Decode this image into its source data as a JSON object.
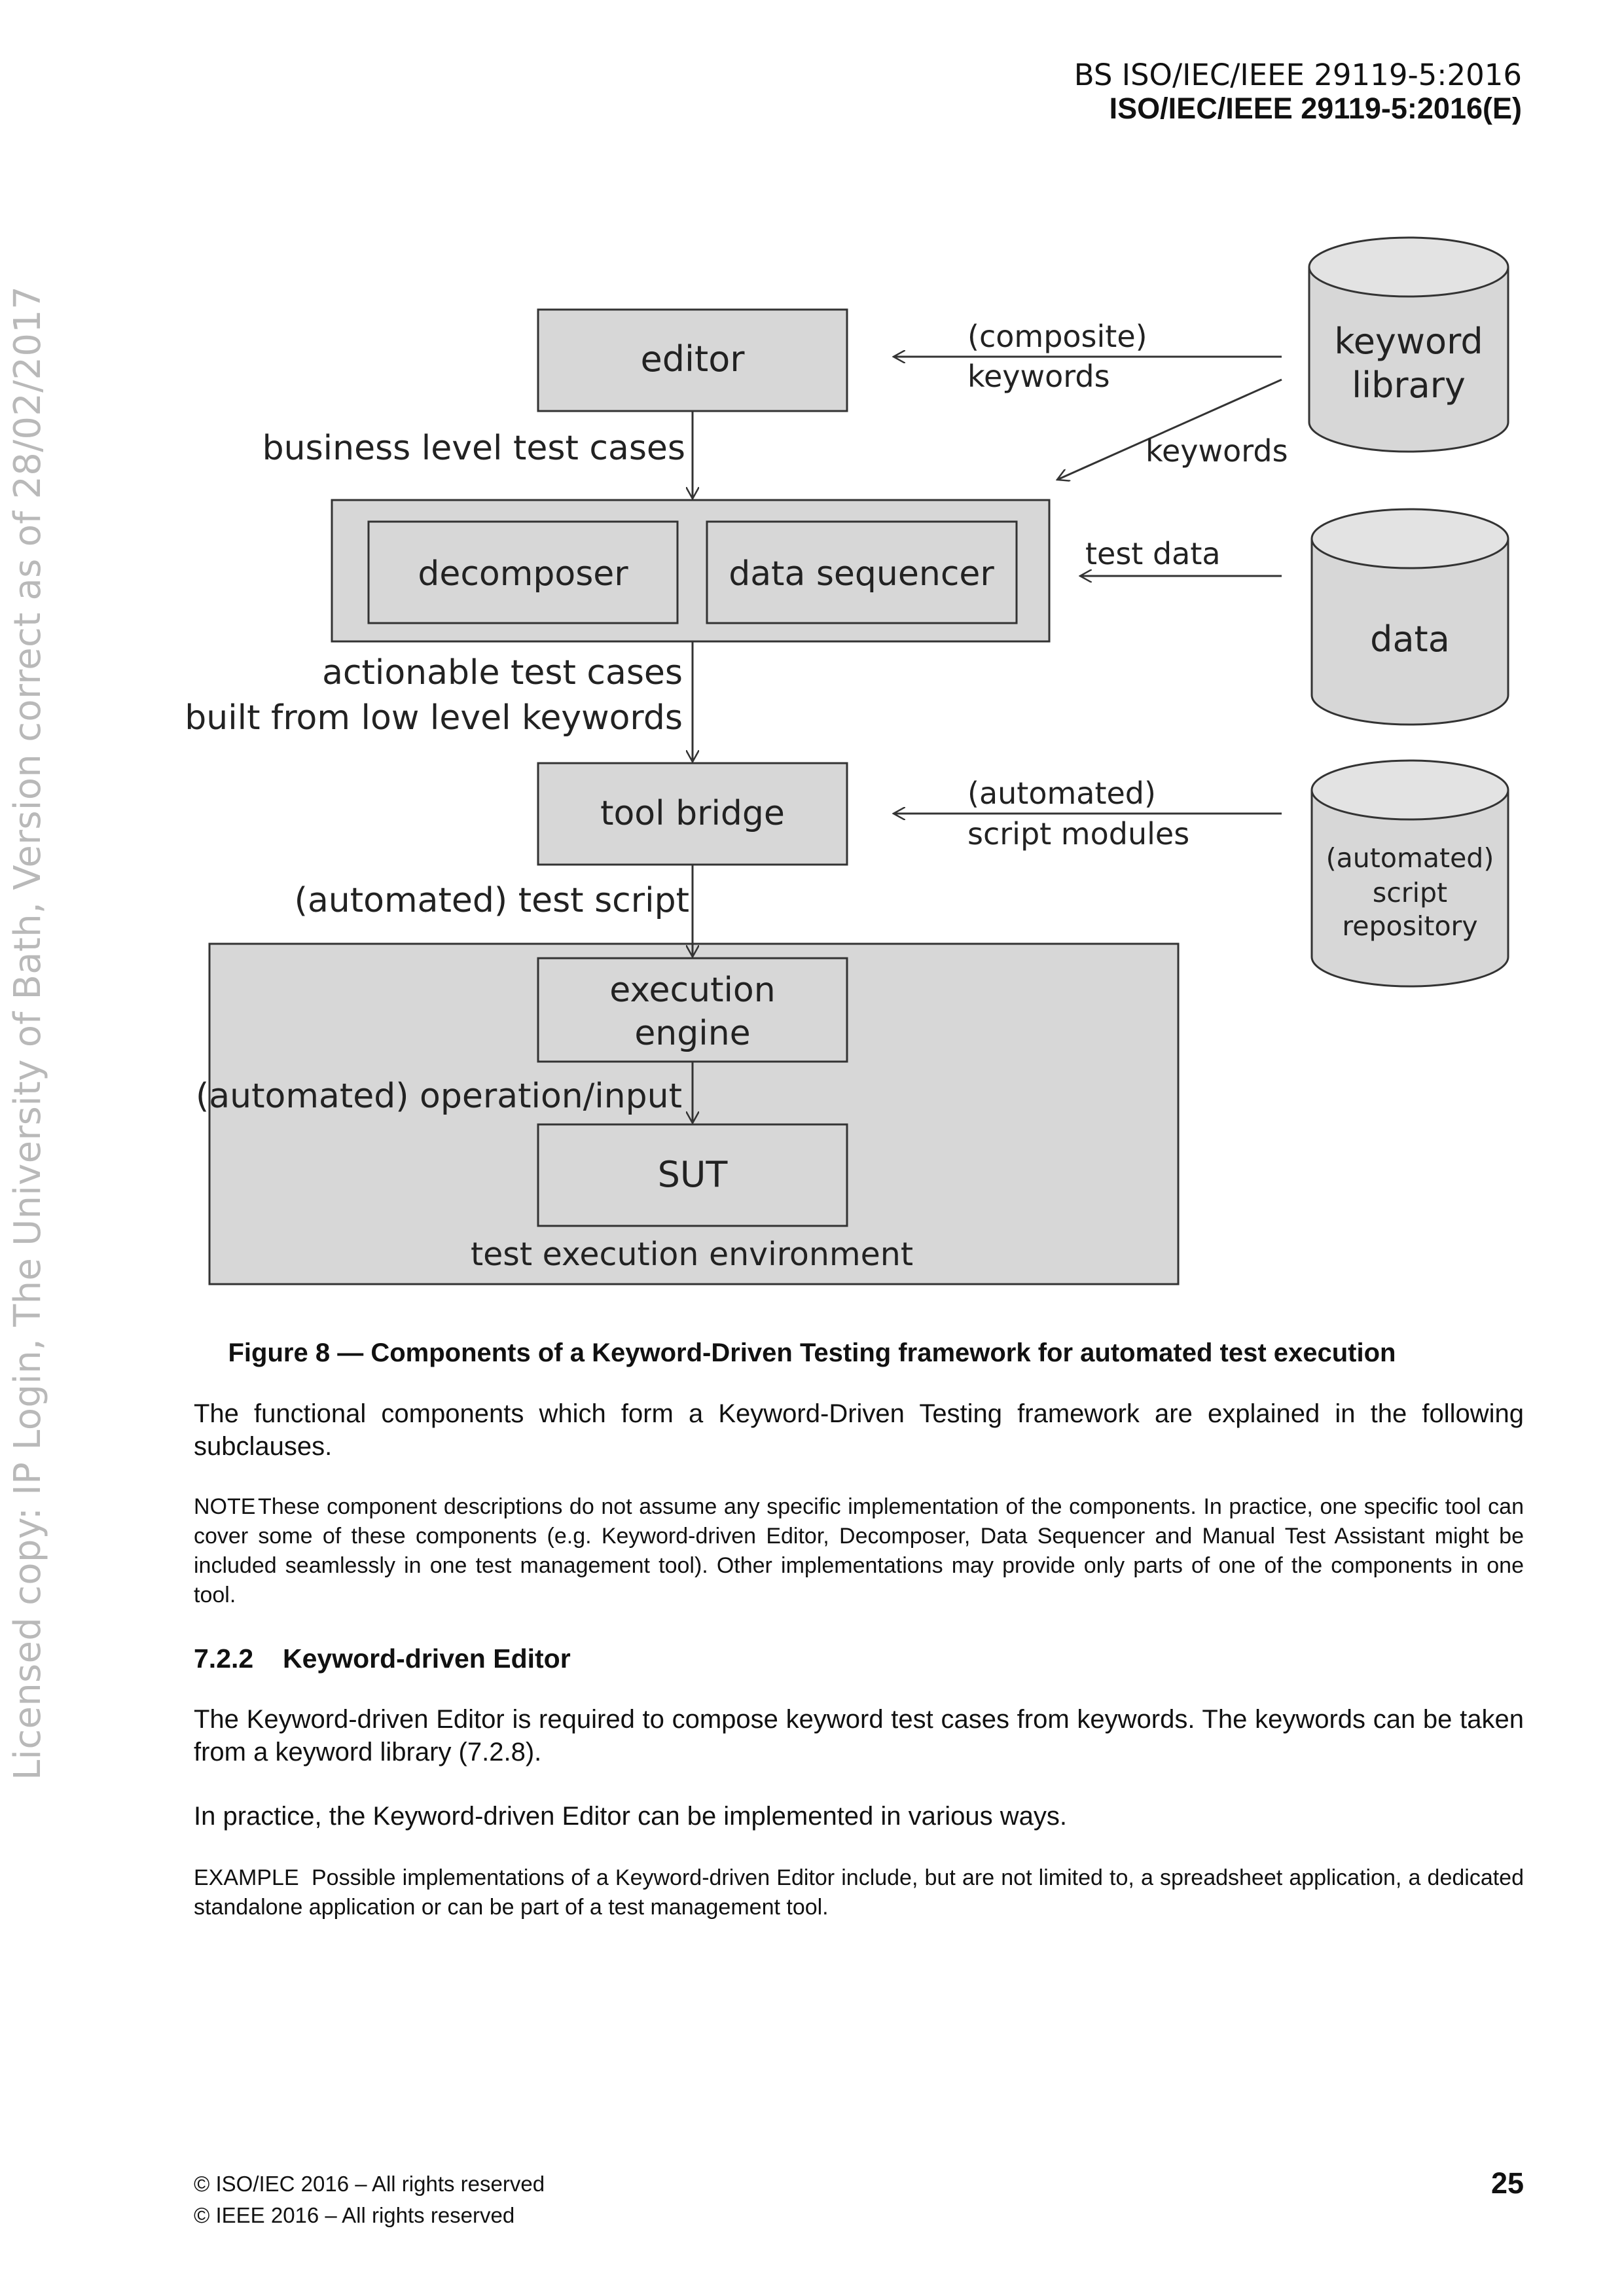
{
  "header": {
    "line1": "BS ISO/IEC/IEEE 29119-5:2016",
    "line2": "ISO/IEC/IEEE 29119-5:2016(E)"
  },
  "watermark": "Licensed copy: IP Login, The University of Bath, Version correct as of 28/02/2017",
  "figure": {
    "boxes": {
      "editor": "editor",
      "decomposer": "decomposer",
      "data_sequencer": "data sequencer",
      "tool_bridge": "tool bridge",
      "execution_engine_1": "execution",
      "execution_engine_2": "engine",
      "sut": "SUT"
    },
    "stores": {
      "keyword_library_1": "keyword",
      "keyword_library_2": "library",
      "data": "data",
      "script_repo_1": "(automated)",
      "script_repo_2": "script",
      "script_repo_3": "repository"
    },
    "labels": {
      "composite_1": "(composite)",
      "composite_2": "keywords",
      "keywords": "keywords",
      "business": "business level test cases",
      "test_data": "test data",
      "actionable_1": "actionable test cases",
      "actionable_2": "built from low level keywords",
      "automated_1": "(automated)",
      "automated_2": "script modules",
      "test_script": "(automated) test script",
      "operation": "(automated) operation/input",
      "environment": "test execution environment"
    },
    "caption": "Figure 8 — Components of a Keyword-Driven Testing framework for automated test execution"
  },
  "body": {
    "para1": "The functional components which form a Keyword-Driven Testing framework are explained in the following subclauses.",
    "note_label": "NOTE",
    "note_text": "These component descriptions do not assume any specific implementation of the components. In practice, one specific tool can cover some of these components (e.g. Keyword-driven Editor, Decomposer, Data Sequencer and Manual Test Assistant might be included seamlessly in one test management tool). Other implementations may provide only parts of one of the components in one tool.",
    "heading_num": "7.2.2",
    "heading_title": "Keyword-driven Editor",
    "para2": "The Keyword-driven Editor is required to compose keyword test cases from keywords. The keywords can be taken from a keyword library (7.2.8).",
    "para3": "In practice, the Keyword-driven Editor can be implemented in various ways.",
    "example_label": "EXAMPLE",
    "example_text": "Possible implementations of a Keyword-driven Editor include, but are not limited to, a spreadsheet application, a dedicated standalone application or can be part of a test management tool."
  },
  "footer": {
    "line1": "© ISO/IEC 2016 – All rights reserved",
    "line2": "© IEEE 2016 – All rights reserved",
    "page_number": "25"
  }
}
